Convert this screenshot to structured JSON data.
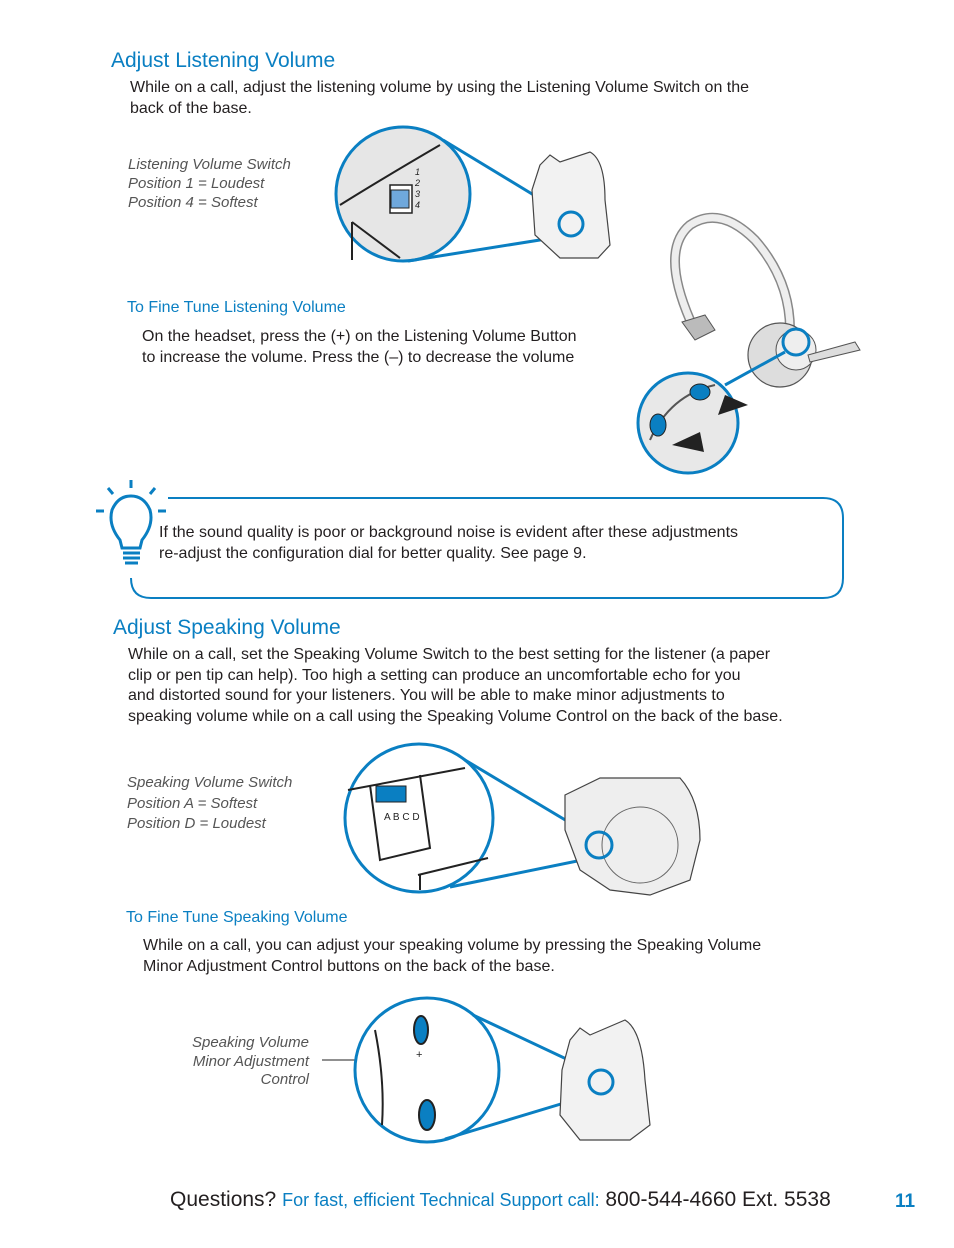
{
  "listening": {
    "title": "Adjust Listening Volume",
    "body": [
      "While on a call, adjust the listening volume by using the Listening Volume Switch on the",
      "back of the base."
    ],
    "labels": [
      "Listening Volume Switch",
      "Position 1 = Loudest",
      "Position 4 = Softest"
    ],
    "switch_positions": [
      "1",
      "2",
      "3",
      "4"
    ],
    "fine_tune_title": "To Fine Tune Listening Volume",
    "fine_tune_body": [
      "On the headset, press the (+) on the Listening Volume Button",
      "to increase the volume. Press the (–) to decrease the volume"
    ]
  },
  "tip": {
    "icon": "lightbulb-icon",
    "text": [
      "If the sound quality is poor or background noise is evident after these adjustments",
      "re-adjust the configuration dial for better quality. See page 9."
    ]
  },
  "speaking": {
    "title": "Adjust Speaking Volume",
    "body": [
      "While on a call, set the Speaking Volume Switch to the best setting for the listener (a paper",
      "clip or pen tip can help). Too high a setting can produce an uncomfortable echo for you",
      "and distorted sound for your listeners. You will be able to make minor adjustments to",
      "speaking volume while on a call using the Speaking Volume Control on the back of the base."
    ],
    "labels": [
      "Speaking Volume  Switch",
      "Position A = Softest",
      "Position D = Loudest"
    ],
    "switch_positions": "A B C D",
    "fine_tune_title": "To Fine Tune Speaking Volume",
    "fine_tune_body": [
      "While on a call, you can adjust your speaking volume by pressing the Speaking Volume",
      "Minor Adjustment Control buttons on the back of the base."
    ],
    "minor_labels": [
      "Speaking Volume",
      "Minor Adjustment",
      "Control"
    ]
  },
  "footer": {
    "questions": "Questions?",
    "support": "For fast, efficient Technical Support call:",
    "phone": "800-544-4660 Ext. 5538",
    "page_number": "11"
  },
  "colors": {
    "accent": "#0a7fc2",
    "highlight": "#6fa8dc",
    "text": "#231f20"
  }
}
